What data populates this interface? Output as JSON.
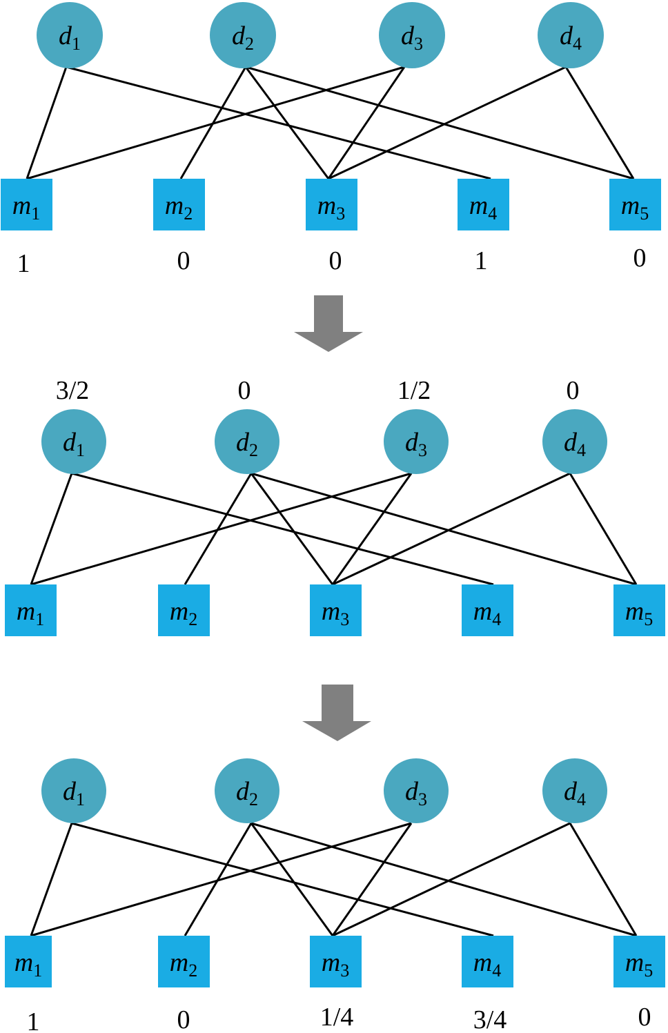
{
  "colors": {
    "drug_node": "#4aa8c0",
    "microbe_node": "#1aace4",
    "edge": "#000000",
    "arrow": "#808080"
  },
  "nodes": {
    "d": [
      {
        "base": "d",
        "sub": "1"
      },
      {
        "base": "d",
        "sub": "2"
      },
      {
        "base": "d",
        "sub": "3"
      },
      {
        "base": "d",
        "sub": "4"
      }
    ],
    "m": [
      {
        "base": "m",
        "sub": "1"
      },
      {
        "base": "m",
        "sub": "2"
      },
      {
        "base": "m",
        "sub": "3"
      },
      {
        "base": "m",
        "sub": "4"
      },
      {
        "base": "m",
        "sub": "5"
      }
    ]
  },
  "edges": [
    [
      "d1",
      "m1"
    ],
    [
      "d1",
      "m4"
    ],
    [
      "d2",
      "m2"
    ],
    [
      "d2",
      "m3"
    ],
    [
      "d2",
      "m5"
    ],
    [
      "d3",
      "m1"
    ],
    [
      "d3",
      "m3"
    ],
    [
      "d4",
      "m3"
    ],
    [
      "d4",
      "m5"
    ]
  ],
  "panels": [
    {
      "microbe_values": [
        "1",
        "0",
        "0",
        "1",
        "0"
      ]
    },
    {
      "drug_values": [
        "3/2",
        "0",
        "1/2",
        "0"
      ]
    },
    {
      "microbe_values": [
        "1",
        "0",
        "1/4",
        "3/4",
        "0"
      ]
    }
  ]
}
